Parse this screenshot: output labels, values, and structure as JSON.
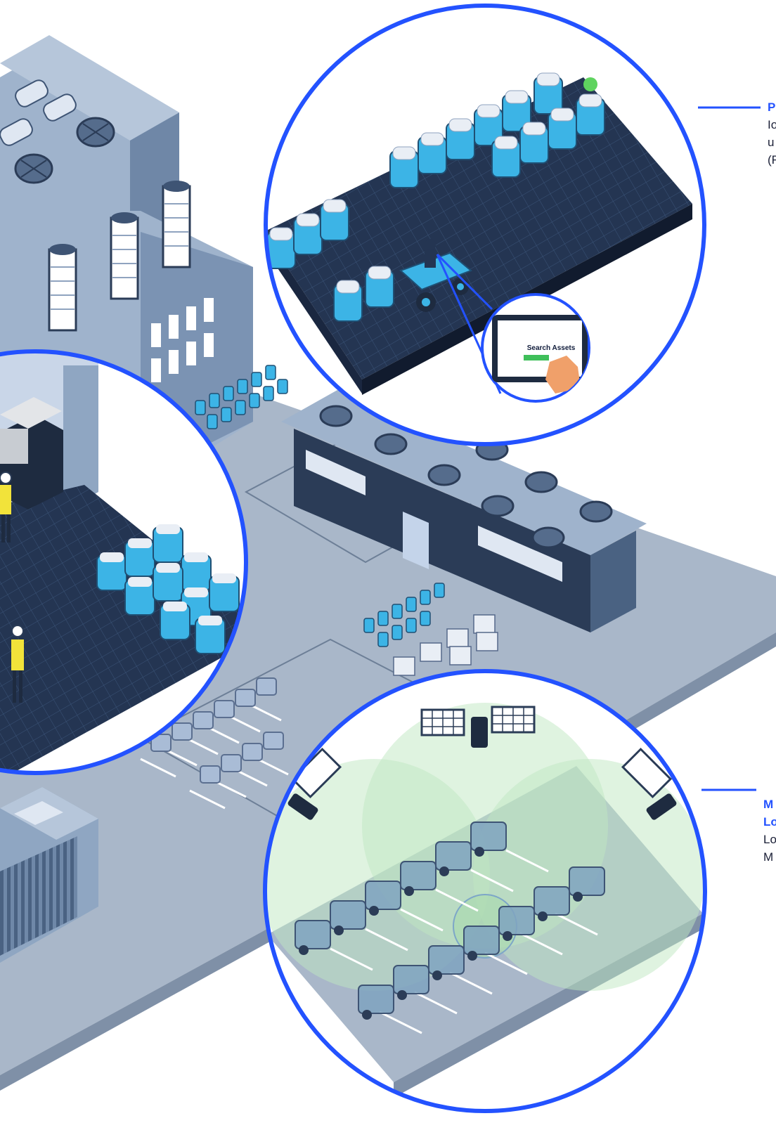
{
  "colors": {
    "accent": "#2352ff",
    "floor_dark": "#243552",
    "building": "#8fa6c2",
    "machine": "#3cb4e6",
    "zone_green": "#bfe8c2"
  },
  "scene": {
    "tablet_screen_text": "Search Assets"
  },
  "callouts": {
    "top": {
      "title_fragment": "P",
      "lines": [
        "Io",
        "u",
        "(F"
      ]
    },
    "bottom": {
      "title_lines": [
        "M",
        "Lo"
      ],
      "lines": [
        "Lo",
        "M"
      ]
    }
  }
}
